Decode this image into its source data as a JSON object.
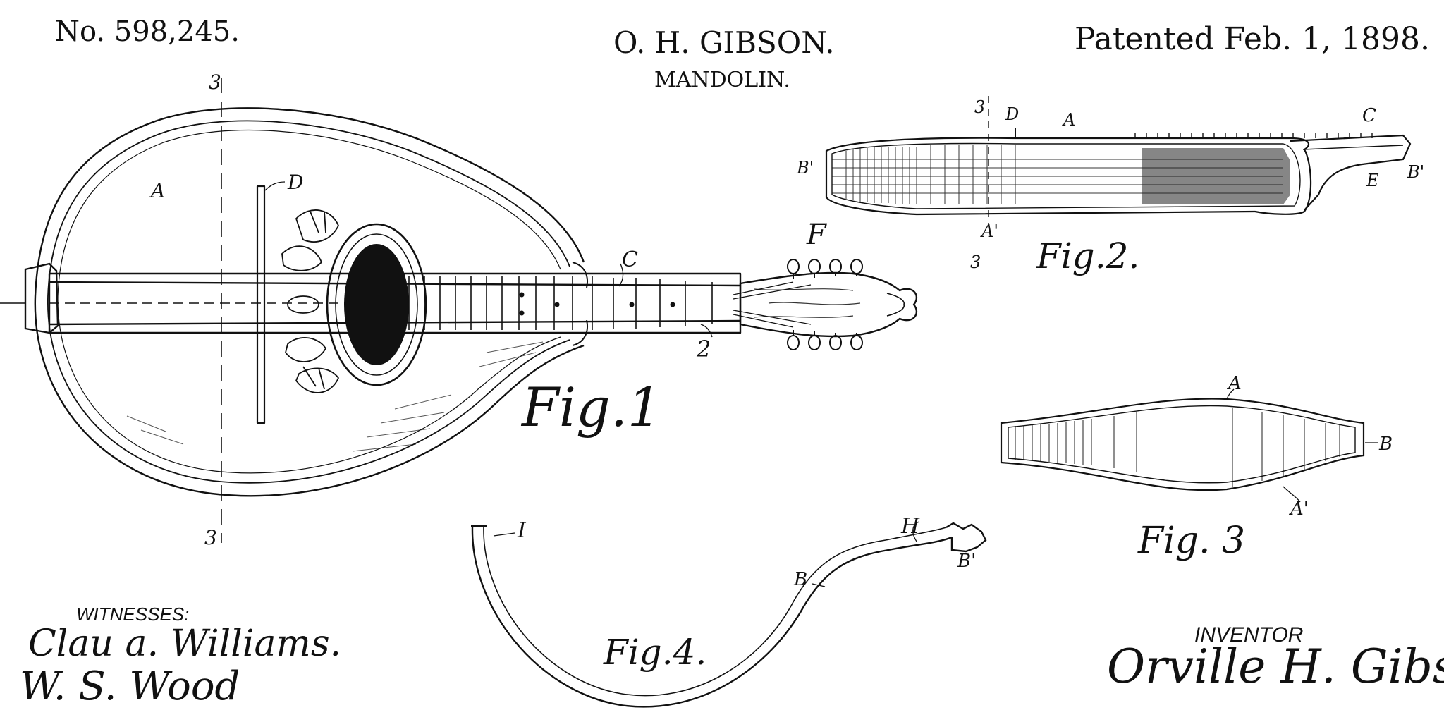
{
  "header": {
    "patent_number": "No. 598,245.",
    "inventor_name": "O. H. GIBSON.",
    "title": "MANDOLIN.",
    "date": "Patented Feb. 1, 1898."
  },
  "figures": {
    "fig1": "Fig.1",
    "fig2": "Fig.2.",
    "fig3": "Fig. 3",
    "fig4": "Fig.4."
  },
  "labels": {
    "fig1": {
      "A": "A",
      "D": "D",
      "C": "C",
      "F": "F",
      "two": "2",
      "section_top": "3",
      "section_bottom": "3"
    },
    "fig2": {
      "three_top": "3",
      "D": "D",
      "A": "A",
      "C": "C",
      "B_prime_left": "B'",
      "B_prime_right": "B'",
      "E": "E",
      "A_prime": "A'",
      "three_bottom": "3"
    },
    "fig3": {
      "A": "A",
      "B": "B",
      "A_prime": "A'"
    },
    "fig4": {
      "I": "I",
      "H": "H",
      "B": "B",
      "B_prime": "B'"
    }
  },
  "footer": {
    "witnesses_label": "WITNESSES:",
    "witness_1": "Clau a. Williams.",
    "witness_2": "W. S. Wood",
    "inventor_label": "INVENTOR",
    "inventor_signature": "Orville H. Gibson"
  },
  "colors": {
    "ink": "#111111",
    "paper": "#ffffff"
  }
}
